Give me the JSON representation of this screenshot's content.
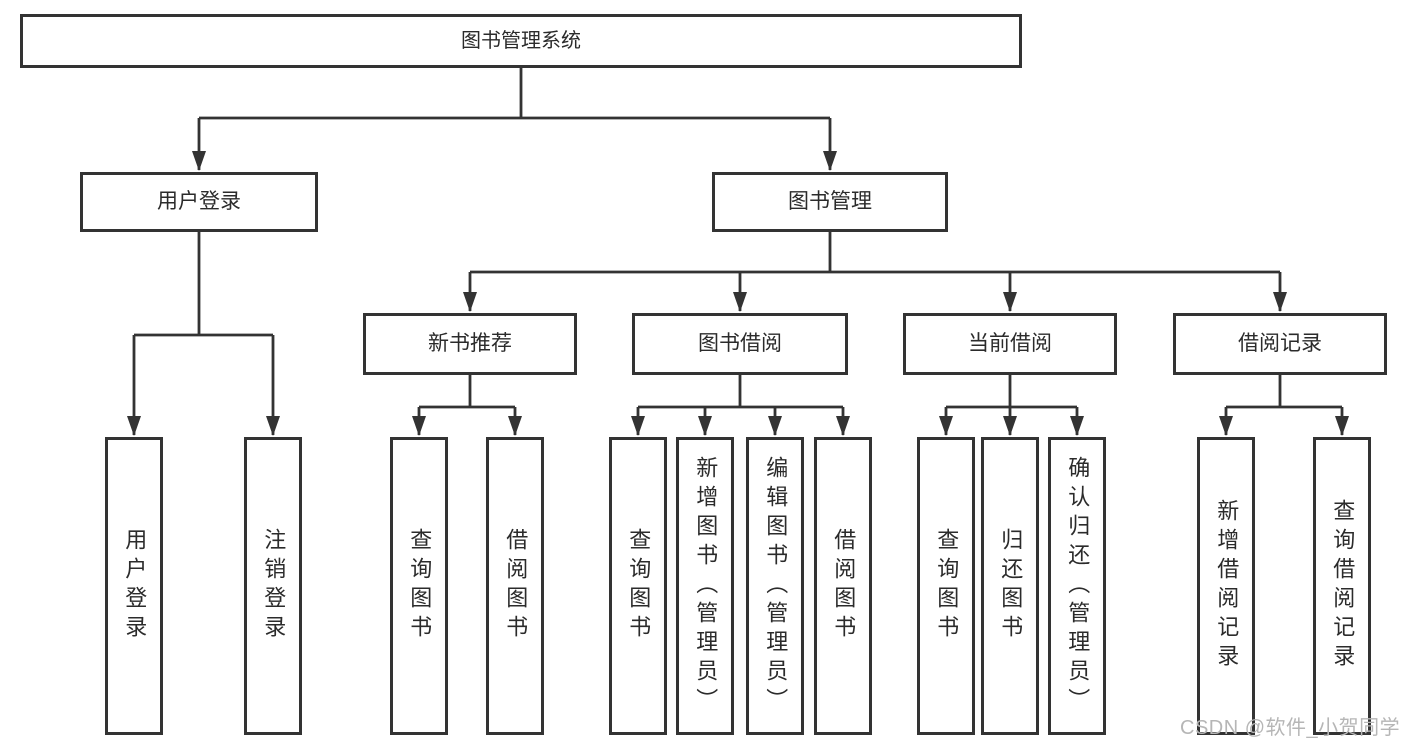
{
  "colors": {
    "line": "#333333",
    "box_border": "#333333",
    "text": "#2b2b2b",
    "watermark": "#b6b6b6",
    "background": "#ffffff"
  },
  "tree": {
    "root": {
      "label": "图书管理系统"
    },
    "branches": [
      {
        "label": "用户登录",
        "children": [
          {
            "label": "用户登录"
          },
          {
            "label": "注销登录"
          }
        ]
      },
      {
        "label": "图书管理",
        "children": [
          {
            "label": "新书推荐",
            "children": [
              {
                "label": "查询图书"
              },
              {
                "label": "借阅图书"
              }
            ]
          },
          {
            "label": "图书借阅",
            "children": [
              {
                "label": "查询图书"
              },
              {
                "label": "新增图书（管理员）"
              },
              {
                "label": "编辑图书（管理员）"
              },
              {
                "label": "借阅图书"
              }
            ]
          },
          {
            "label": "当前借阅",
            "children": [
              {
                "label": "查询图书"
              },
              {
                "label": "归还图书"
              },
              {
                "label": "确认归还（管理员）"
              }
            ]
          },
          {
            "label": "借阅记录",
            "children": [
              {
                "label": "新增借阅记录"
              },
              {
                "label": "查询借阅记录"
              }
            ]
          }
        ]
      }
    ]
  },
  "watermark": {
    "text": "CSDN @软件_小贺同学"
  }
}
